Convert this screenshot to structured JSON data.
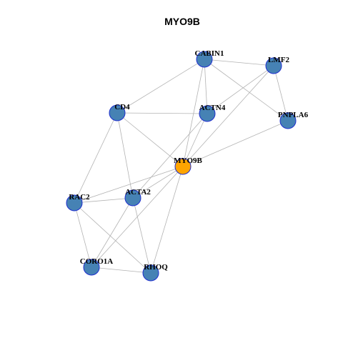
{
  "graph": {
    "title": "MYO9B",
    "colors": {
      "default_node_fill": "#4682b4",
      "default_node_stroke": "#1f2fcf",
      "focus_node_fill": "#ffa500",
      "focus_node_stroke": "#1f2fcf",
      "edge": "#b3b3b3"
    },
    "nodes": [
      {
        "id": "CABIN1",
        "label": "CABIN1",
        "focus": false
      },
      {
        "id": "LMF2",
        "label": "LMF2",
        "focus": false
      },
      {
        "id": "CD4",
        "label": "CD4",
        "focus": false
      },
      {
        "id": "ACTN4",
        "label": "ACTN4",
        "focus": false
      },
      {
        "id": "PNPLA6",
        "label": "PNPLA6",
        "focus": false
      },
      {
        "id": "MYO9B",
        "label": "MYO9B",
        "focus": true
      },
      {
        "id": "RAC2",
        "label": "RAC2",
        "focus": false
      },
      {
        "id": "ACTA2",
        "label": "ACTA2",
        "focus": false
      },
      {
        "id": "CORO1A",
        "label": "CORO1A",
        "focus": false
      },
      {
        "id": "RHOQ",
        "label": "RHOQ",
        "focus": false
      }
    ],
    "edges": [
      [
        "CABIN1",
        "LMF2"
      ],
      [
        "CABIN1",
        "CD4"
      ],
      [
        "CABIN1",
        "ACTN4"
      ],
      [
        "CABIN1",
        "PNPLA6"
      ],
      [
        "CABIN1",
        "MYO9B"
      ],
      [
        "LMF2",
        "ACTN4"
      ],
      [
        "LMF2",
        "PNPLA6"
      ],
      [
        "LMF2",
        "MYO9B"
      ],
      [
        "CD4",
        "ACTN4"
      ],
      [
        "CD4",
        "MYO9B"
      ],
      [
        "CD4",
        "RAC2"
      ],
      [
        "CD4",
        "ACTA2"
      ],
      [
        "ACTN4",
        "MYO9B"
      ],
      [
        "ACTN4",
        "ACTA2"
      ],
      [
        "PNPLA6",
        "MYO9B"
      ],
      [
        "MYO9B",
        "RAC2"
      ],
      [
        "MYO9B",
        "ACTA2"
      ],
      [
        "MYO9B",
        "CORO1A"
      ],
      [
        "MYO9B",
        "RHOQ"
      ],
      [
        "RAC2",
        "ACTA2"
      ],
      [
        "RAC2",
        "CORO1A"
      ],
      [
        "RAC2",
        "RHOQ"
      ],
      [
        "ACTA2",
        "CORO1A"
      ],
      [
        "ACTA2",
        "RHOQ"
      ],
      [
        "CORO1A",
        "RHOQ"
      ]
    ]
  }
}
